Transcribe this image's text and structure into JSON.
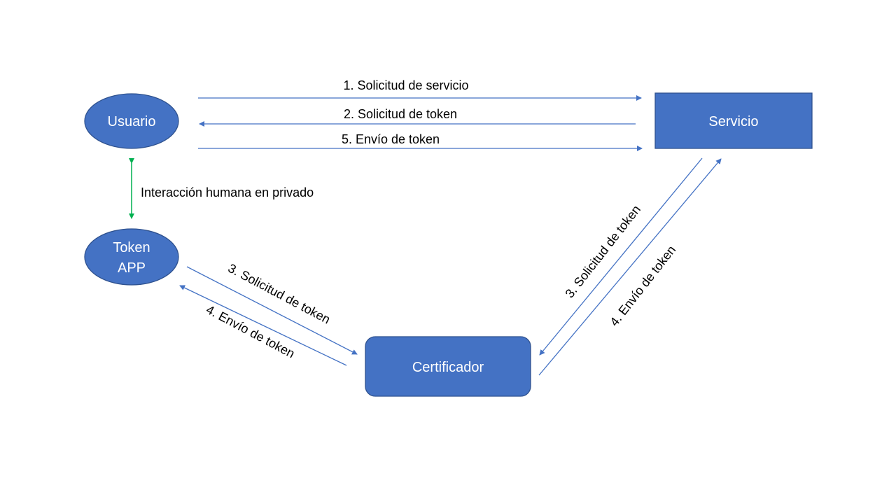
{
  "nodes": {
    "usuario": "Usuario",
    "servicio": "Servicio",
    "token_app_line1": "Token",
    "token_app_line2": "APP",
    "certificador": "Certificador"
  },
  "edges": {
    "e1": "1. Solicitud de servicio",
    "e2": "2. Solicitud de token",
    "e5": "5. Envío de token",
    "human": "Interacción humana en privado",
    "e3_left": "3. Solicitud de token",
    "e4_left": "4. Envío de token",
    "e3_right": "3. Solicitud de token",
    "e4_right": "4. Envío de token"
  },
  "colors": {
    "node_fill": "#4472C4",
    "node_border": "#2F528F",
    "arrow_blue": "#4472C4",
    "arrow_green": "#00B050"
  }
}
